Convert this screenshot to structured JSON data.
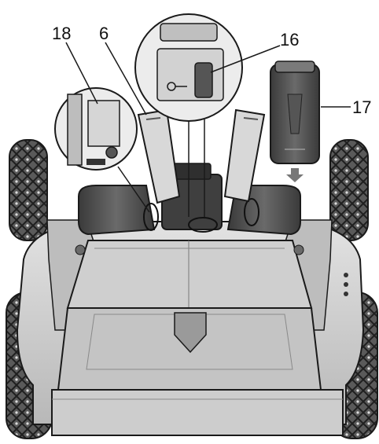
{
  "diagram": {
    "callouts": {
      "c18": "18",
      "c6": "6",
      "c16": "16",
      "c17": "17"
    },
    "colors": {
      "outline": "#1a1a1a",
      "body_light": "#d4d4d4",
      "body_mid": "#a9a9a9",
      "body_dark": "#5e5e5e",
      "tire": "#4a4a4a",
      "tread": "#2b2b2b"
    },
    "parts": [
      "mower-body",
      "left-front-wheel",
      "right-front-wheel",
      "left-rear-wheel",
      "right-rear-wheel",
      "handle-left",
      "handle-right",
      "battery-compartment",
      "battery-pack",
      "key-slot-zoom",
      "latch-zoom"
    ]
  }
}
